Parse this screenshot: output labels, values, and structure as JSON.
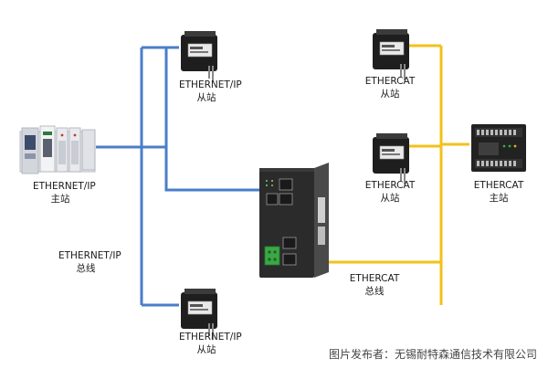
{
  "colors": {
    "ethernet_ip_line": "#4a7ec9",
    "ethercat_line": "#f2c21a",
    "device_dark": "#2b2b2b",
    "port_green": "#3aa845"
  },
  "labels": {
    "eip_slave_top": {
      "line1": "ETHERNET/IP",
      "line2": "从站"
    },
    "eip_master": {
      "line1": "ETHERNET/IP",
      "line2": "主站"
    },
    "eip_bus": {
      "line1": "ETHERNET/IP",
      "line2": "总线"
    },
    "eip_slave_bottom": {
      "line1": "ETHERNET/IP",
      "line2": "从站"
    },
    "ecat_slave_top": {
      "line1": "ETHERCAT",
      "line2": "从站"
    },
    "ecat_slave_mid": {
      "line1": "ETHERCAT",
      "line2": "从站"
    },
    "ecat_master": {
      "line1": "ETHERCAT",
      "line2": "主站"
    },
    "ecat_bus": {
      "line1": "ETHERCAT",
      "line2": "总线"
    }
  },
  "credit": "图片发布者：无锡耐特森通信技术有限公司"
}
